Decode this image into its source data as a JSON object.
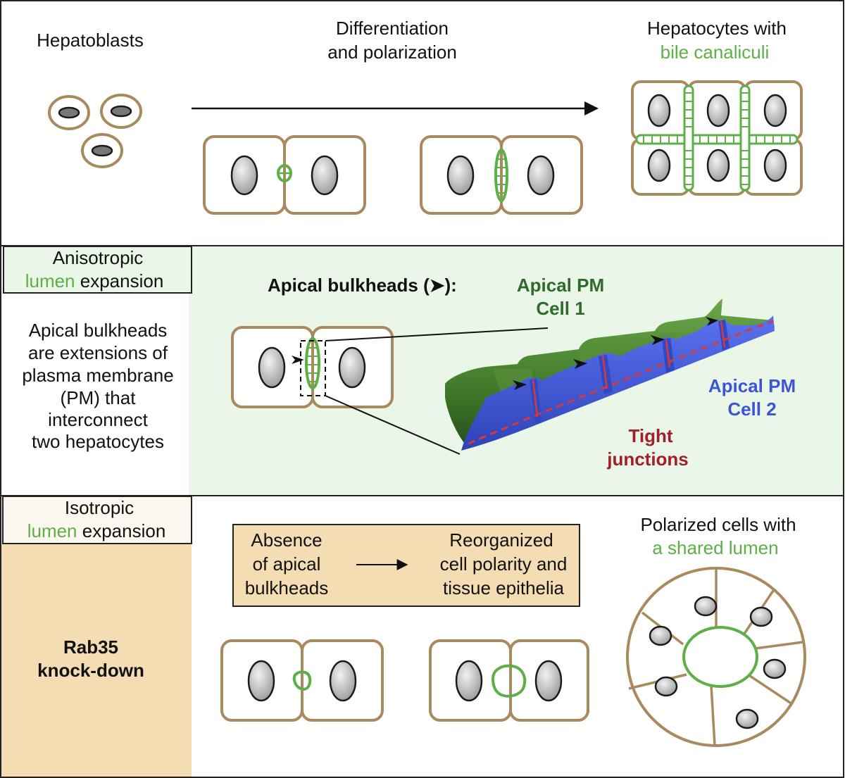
{
  "colors": {
    "cell_border": "#a88a5e",
    "lumen_green": "#5cb046",
    "panel_green_bg": "#eaf7e8",
    "rab_panel_bg": "#f4dcb3",
    "apical_cell1": "#3f7a2a",
    "apical_cell2": "#3b55d9",
    "tight_junctions": "#a31e2a"
  },
  "top": {
    "hepatoblasts": "Hepatoblasts",
    "diff_line1": "Differentiation",
    "diff_line2": "and polarization",
    "hep_line1": "Hepatocytes with",
    "hep_line2": "bile canaliculi"
  },
  "middle": {
    "box_line1": "Anisotropic",
    "box_word_green": "lumen",
    "box_word_rest": " expansion",
    "desc": [
      "Apical bulkheads",
      "are extensions of",
      "plasma membrane",
      "(PM) that",
      "interconnect",
      "two hepatocytes"
    ],
    "bulkheads_title": "Apical bulkheads (➤):",
    "apical_cell1_line1": "Apical PM",
    "apical_cell1_line2": "Cell 1",
    "apical_cell2_line1": "Apical PM",
    "apical_cell2_line2": "Cell 2",
    "tight_line1": "Tight",
    "tight_line2": "junctions"
  },
  "bottom": {
    "box_line1": "Isotropic",
    "box_word_green": "lumen",
    "box_word_rest": " expansion",
    "rab_line1": "Rab35",
    "rab_line2": "knock-down",
    "absence_line1": "Absence",
    "absence_line2": "of apical",
    "absence_line3": "bulkheads",
    "reorg_line1": "Reorganized",
    "reorg_line2": "cell polarity and",
    "reorg_line3": "tissue epithelia",
    "polar_line1": "Polarized cells with",
    "polar_line2": "a shared lumen"
  }
}
